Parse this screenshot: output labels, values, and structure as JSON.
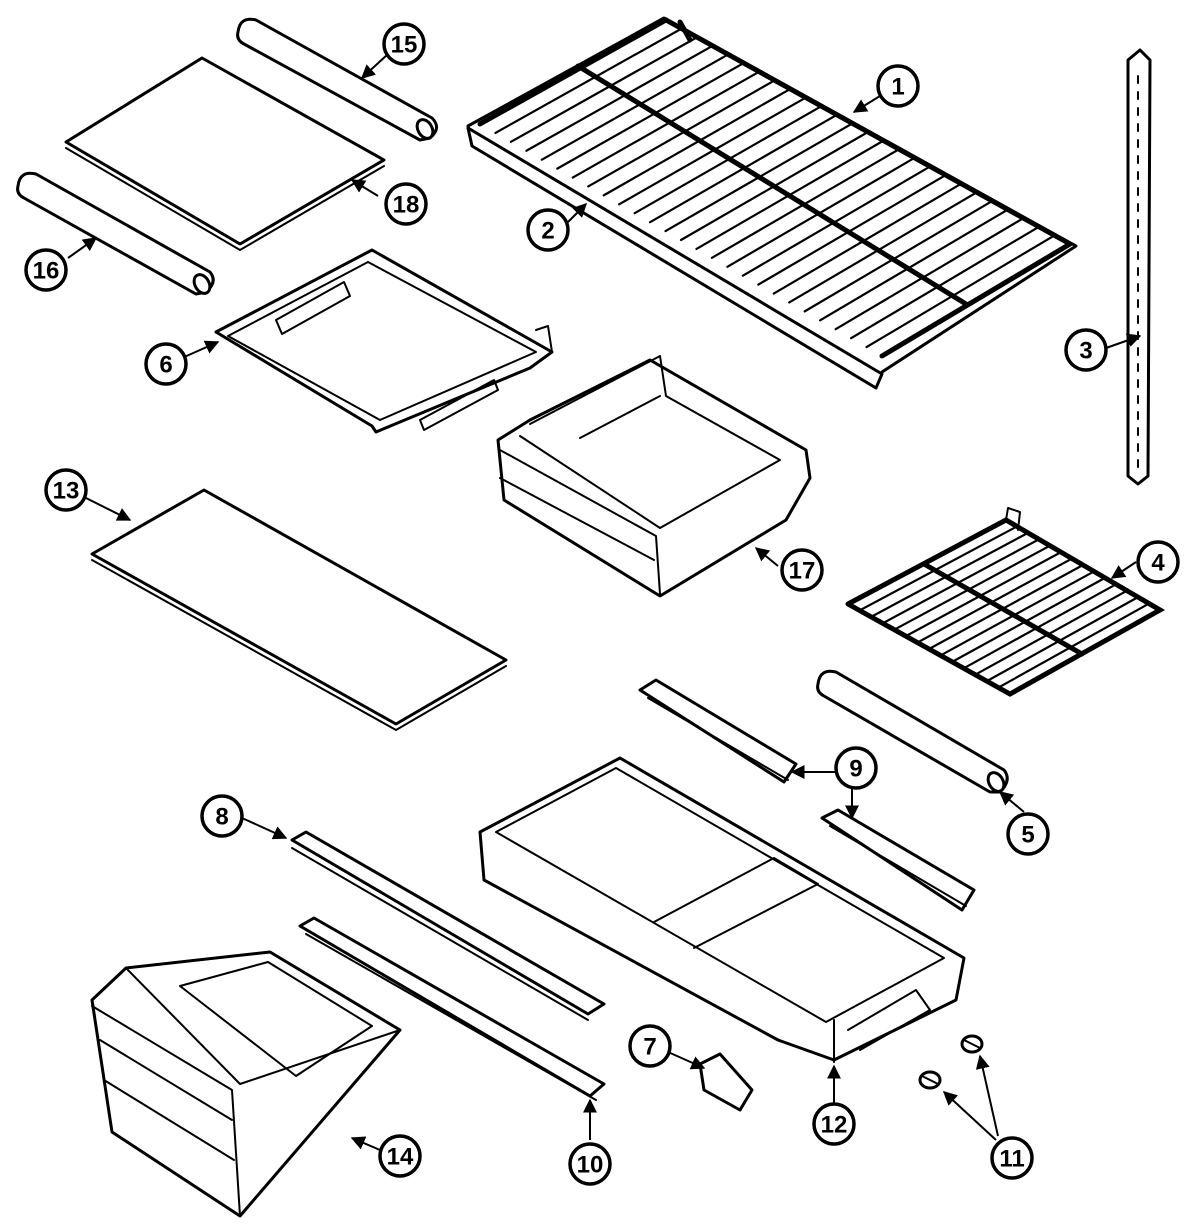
{
  "diagram": {
    "callouts": [
      {
        "id": "c1",
        "label": "1"
      },
      {
        "id": "c2",
        "label": "2"
      },
      {
        "id": "c3",
        "label": "3"
      },
      {
        "id": "c4",
        "label": "4"
      },
      {
        "id": "c5",
        "label": "5"
      },
      {
        "id": "c6",
        "label": "6"
      },
      {
        "id": "c7",
        "label": "7"
      },
      {
        "id": "c8",
        "label": "8"
      },
      {
        "id": "c9",
        "label": "9"
      },
      {
        "id": "c10",
        "label": "10"
      },
      {
        "id": "c11",
        "label": "11"
      },
      {
        "id": "c12",
        "label": "12"
      },
      {
        "id": "c13",
        "label": "13"
      },
      {
        "id": "c14",
        "label": "14"
      },
      {
        "id": "c15",
        "label": "15"
      },
      {
        "id": "c16",
        "label": "16"
      },
      {
        "id": "c17",
        "label": "17"
      },
      {
        "id": "c18",
        "label": "18"
      }
    ],
    "colors": {
      "line": "#000000",
      "background": "#ffffff"
    }
  }
}
